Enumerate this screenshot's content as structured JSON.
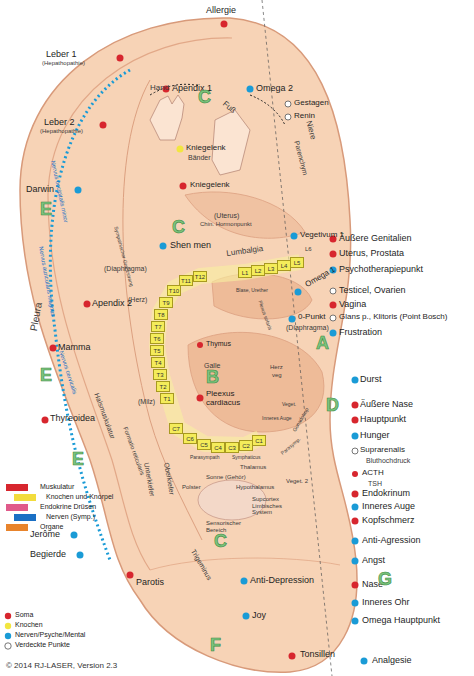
{
  "diagram": {
    "nodes": [
      {
        "text": [
          "L5"
        ]
      },
      {
        "text": [
          "L4"
        ]
      },
      {
        "text": [
          "L3"
        ]
      },
      {
        "text": [
          "L2"
        ]
      },
      {
        "text": [
          "L1"
        ]
      },
      {
        "text": [
          "T12"
        ]
      },
      {
        "text": [
          "T11"
        ]
      },
      {
        "text": [
          "T10"
        ]
      },
      {
        "text": [
          "T9"
        ]
      },
      {
        "text": [
          "T8"
        ]
      },
      {
        "text": [
          "T7"
        ]
      },
      {
        "text": [
          "T6"
        ]
      },
      {
        "text": [
          "T5"
        ]
      },
      {
        "text": [
          "T4"
        ]
      },
      {
        "text": [
          "T3"
        ]
      },
      {
        "text": [
          "T2"
        ]
      },
      {
        "text": [
          "T1"
        ]
      },
      {
        "text": [
          "C7"
        ]
      },
      {
        "text": [
          "C6"
        ]
      },
      {
        "text": [
          "C5"
        ]
      },
      {
        "text": [
          "C4"
        ]
      },
      {
        "text": [
          "C3"
        ]
      },
      {
        "text": [
          "C2"
        ]
      },
      {
        "text": [
          "C1"
        ]
      }
    ],
    "labels": [
      "Allergie",
      "Leber 1",
      "(Hepathopathie)",
      "Apendix 1",
      "Omega 2",
      "Gestagen",
      "Renin",
      "Hand",
      "Fuß",
      "Leber 2",
      "(Hepathopathie)",
      "Niere",
      "Parenchym",
      "Kniegelenk",
      "Bänder",
      "Darwin",
      "Kniegelenk",
      "(Uterus)",
      "Chin. Hormonpunkt",
      "Vegetivum 1",
      "Äußere Genitalien",
      "Shen men",
      "L6",
      "Uterus, Prostata",
      "Lumbalgia",
      "Psychotherapiepunkt",
      "(Diaphragma)",
      "Omega 1",
      "Testicel, Ovarien",
      "(Herz)",
      "Blase, Urether",
      "Apendix 2",
      "Vagina",
      "Pleura",
      "Glans p., Klitoris (Point Bosch)",
      "0-Punkt",
      "(Diaphragma)",
      "Plexus solaris",
      "Frustration",
      "Mamma",
      "Thymus",
      "Galle",
      "Herz",
      "veg",
      "Durst",
      "Pleexus cardiacus",
      "(Milz)",
      "Äußere Nase",
      "Veget.",
      "Hauptpunkt",
      "Thyreoidea",
      "Halsmuskulatur",
      "Hunger",
      "Suprarenalis",
      "Bluthochdruck",
      "Formatio reticularis",
      "Parasympath",
      "Symphaticus",
      "Parasymp.",
      "Gonadotrop",
      "Inneres Auge",
      "ACTH",
      "TSH",
      "Thalamus",
      "Endokrinum",
      "Oberkiefer",
      "Unterkiefer",
      "Polster",
      "Sonne (Gehör)",
      "Hypothalamus",
      "Veget. 2",
      "Inneres Auge",
      "Supcortex Limbisches System",
      "Kopfschmerz",
      "Jerôme",
      "Sensorischer Bereich",
      "Anti-Agression",
      "Begierde",
      "Angst",
      "Trigeminus",
      "Parotis",
      "Anti-Depression",
      "Nase",
      "Inneres Ohr",
      "Joy",
      "Omega Hauptpunkt",
      "Tonsillen",
      "Analgesie",
      "© 2014 RJ-LASER, Version 2.3",
      "Nervus occipitalis minor",
      "Nervus auricularis magnus",
      "Nervus cervicalis",
      "Sympathischer Grenzstrang",
      "C",
      "C",
      "E",
      "E",
      "E",
      "B",
      "A",
      "D",
      "C",
      "F",
      "G"
    ],
    "legend": [
      {
        "text": "Muskulatur",
        "color": "#d7262e"
      },
      {
        "text": "Knochen und Knorpel",
        "color": "#f2dc3c"
      },
      {
        "text": "Endokrine Drüsen",
        "color": "#e05a8a"
      },
      {
        "text": "Nerven (Symp.)",
        "color": "#1a6fc4"
      },
      {
        "text": "Organe",
        "color": "#e8842c"
      },
      {
        "text": "Soma",
        "color": "#d7262e"
      },
      {
        "text": "Knochen",
        "color": "#f2e640"
      },
      {
        "text": "Nerven/Psyche/Mental",
        "color": "#1a9bd6"
      },
      {
        "text": "Verdeckte Punkte"
      }
    ]
  }
}
